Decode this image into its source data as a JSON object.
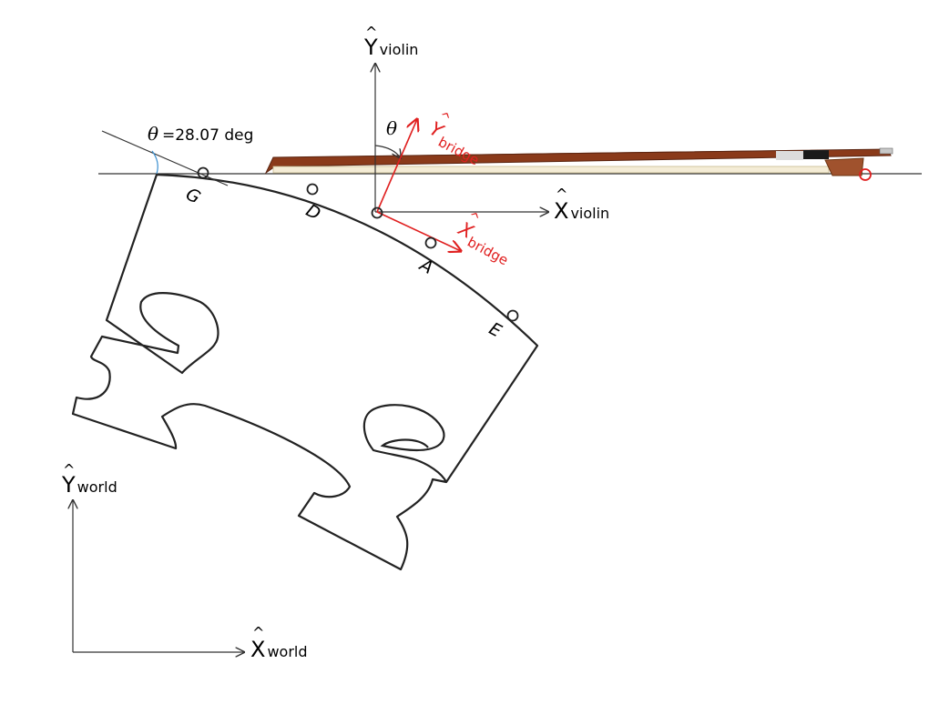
{
  "diagram": {
    "angle_label": "=28.07 deg",
    "theta_symbol": "θ",
    "axes": {
      "y_violin": {
        "main": "Y",
        "sub": "violin"
      },
      "x_violin": {
        "main": "X",
        "sub": "violin"
      },
      "y_bridge": {
        "main": "Y",
        "sub": "bridge"
      },
      "x_bridge": {
        "main": "X",
        "sub": "bridge"
      },
      "y_world": {
        "main": "Y",
        "sub": "world"
      },
      "x_world": {
        "main": "X",
        "sub": "world"
      }
    },
    "string_points": [
      "G",
      "D",
      "A",
      "E"
    ],
    "colors": {
      "bridge_axes": "#e02020",
      "outline": "#222222",
      "bow_stick": "#8a3a1a"
    }
  }
}
